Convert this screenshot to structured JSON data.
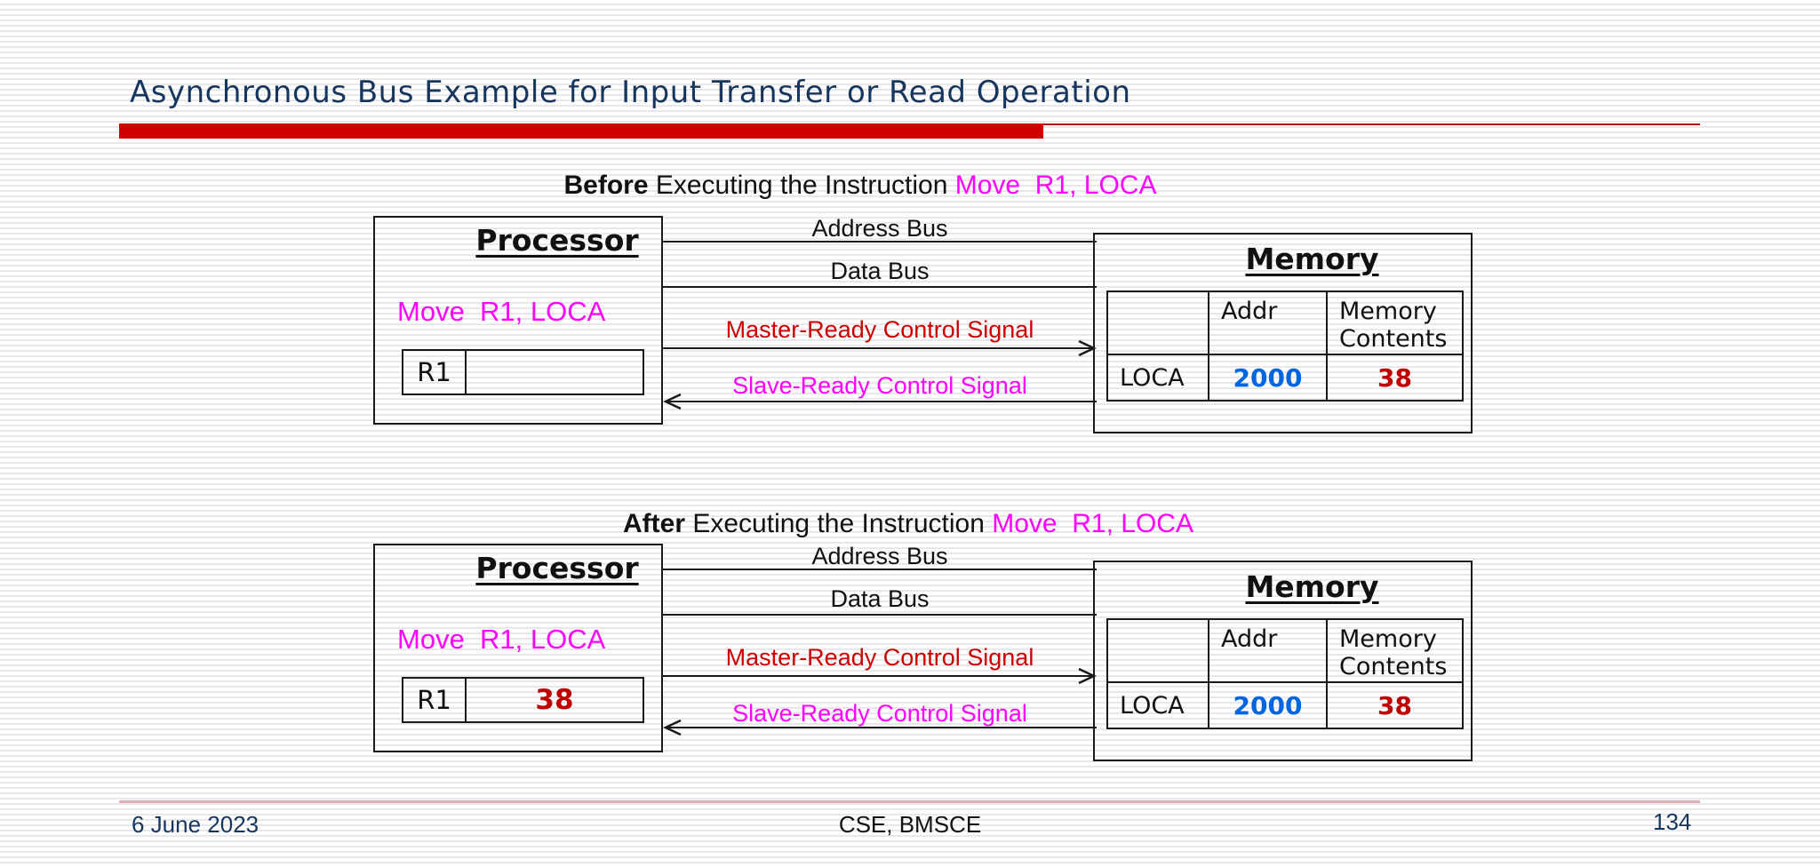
{
  "slide": {
    "title": "Asynchronous Bus Example for Input Transfer or Read Operation",
    "footer": {
      "date": "6 June 2023",
      "org": "CSE, BMSCE",
      "page_number": "134"
    }
  },
  "colors": {
    "title_navy": "#17365D",
    "accent_red": "#D00000",
    "signal_red": "#CC0000",
    "magenta": "#FF00FF",
    "addr_blue": "#0066E0",
    "value_dark_red": "#C00000"
  },
  "diagrams": [
    {
      "id": "before",
      "heading": {
        "prefix": "Before",
        "middle": " Executing the Instruction ",
        "instruction": "Move  R1, LOCA"
      },
      "processor": {
        "title": "Processor",
        "instruction": "Move  R1, LOCA",
        "register_name": "R1",
        "register_value": ""
      },
      "buses": [
        {
          "label": "Address Bus",
          "color": "#111111",
          "arrow": "none"
        },
        {
          "label": "Data Bus",
          "color": "#111111",
          "arrow": "none"
        },
        {
          "label": "Master-Ready Control Signal",
          "color": "#CC0000",
          "arrow": "right"
        },
        {
          "label": "Slave-Ready Control Signal",
          "color": "#FF00FF",
          "arrow": "left"
        }
      ],
      "memory": {
        "title": "Memory",
        "headers": [
          "",
          "Addr",
          "Memory Contents"
        ],
        "row": {
          "label": "LOCA",
          "addr": "2000",
          "contents": "38"
        }
      }
    },
    {
      "id": "after",
      "heading": {
        "prefix": "After",
        "middle": " Executing the Instruction ",
        "instruction": "Move  R1, LOCA"
      },
      "processor": {
        "title": "Processor",
        "instruction": "Move  R1, LOCA",
        "register_name": "R1",
        "register_value": "38"
      },
      "buses": [
        {
          "label": "Address Bus",
          "color": "#111111",
          "arrow": "none"
        },
        {
          "label": "Data Bus",
          "color": "#111111",
          "arrow": "none"
        },
        {
          "label": "Master-Ready Control Signal",
          "color": "#CC0000",
          "arrow": "right"
        },
        {
          "label": "Slave-Ready Control Signal",
          "color": "#FF00FF",
          "arrow": "left"
        }
      ],
      "memory": {
        "title": "Memory",
        "headers": [
          "",
          "Addr",
          "Memory Contents"
        ],
        "row": {
          "label": "LOCA",
          "addr": "2000",
          "contents": "38"
        }
      }
    }
  ]
}
